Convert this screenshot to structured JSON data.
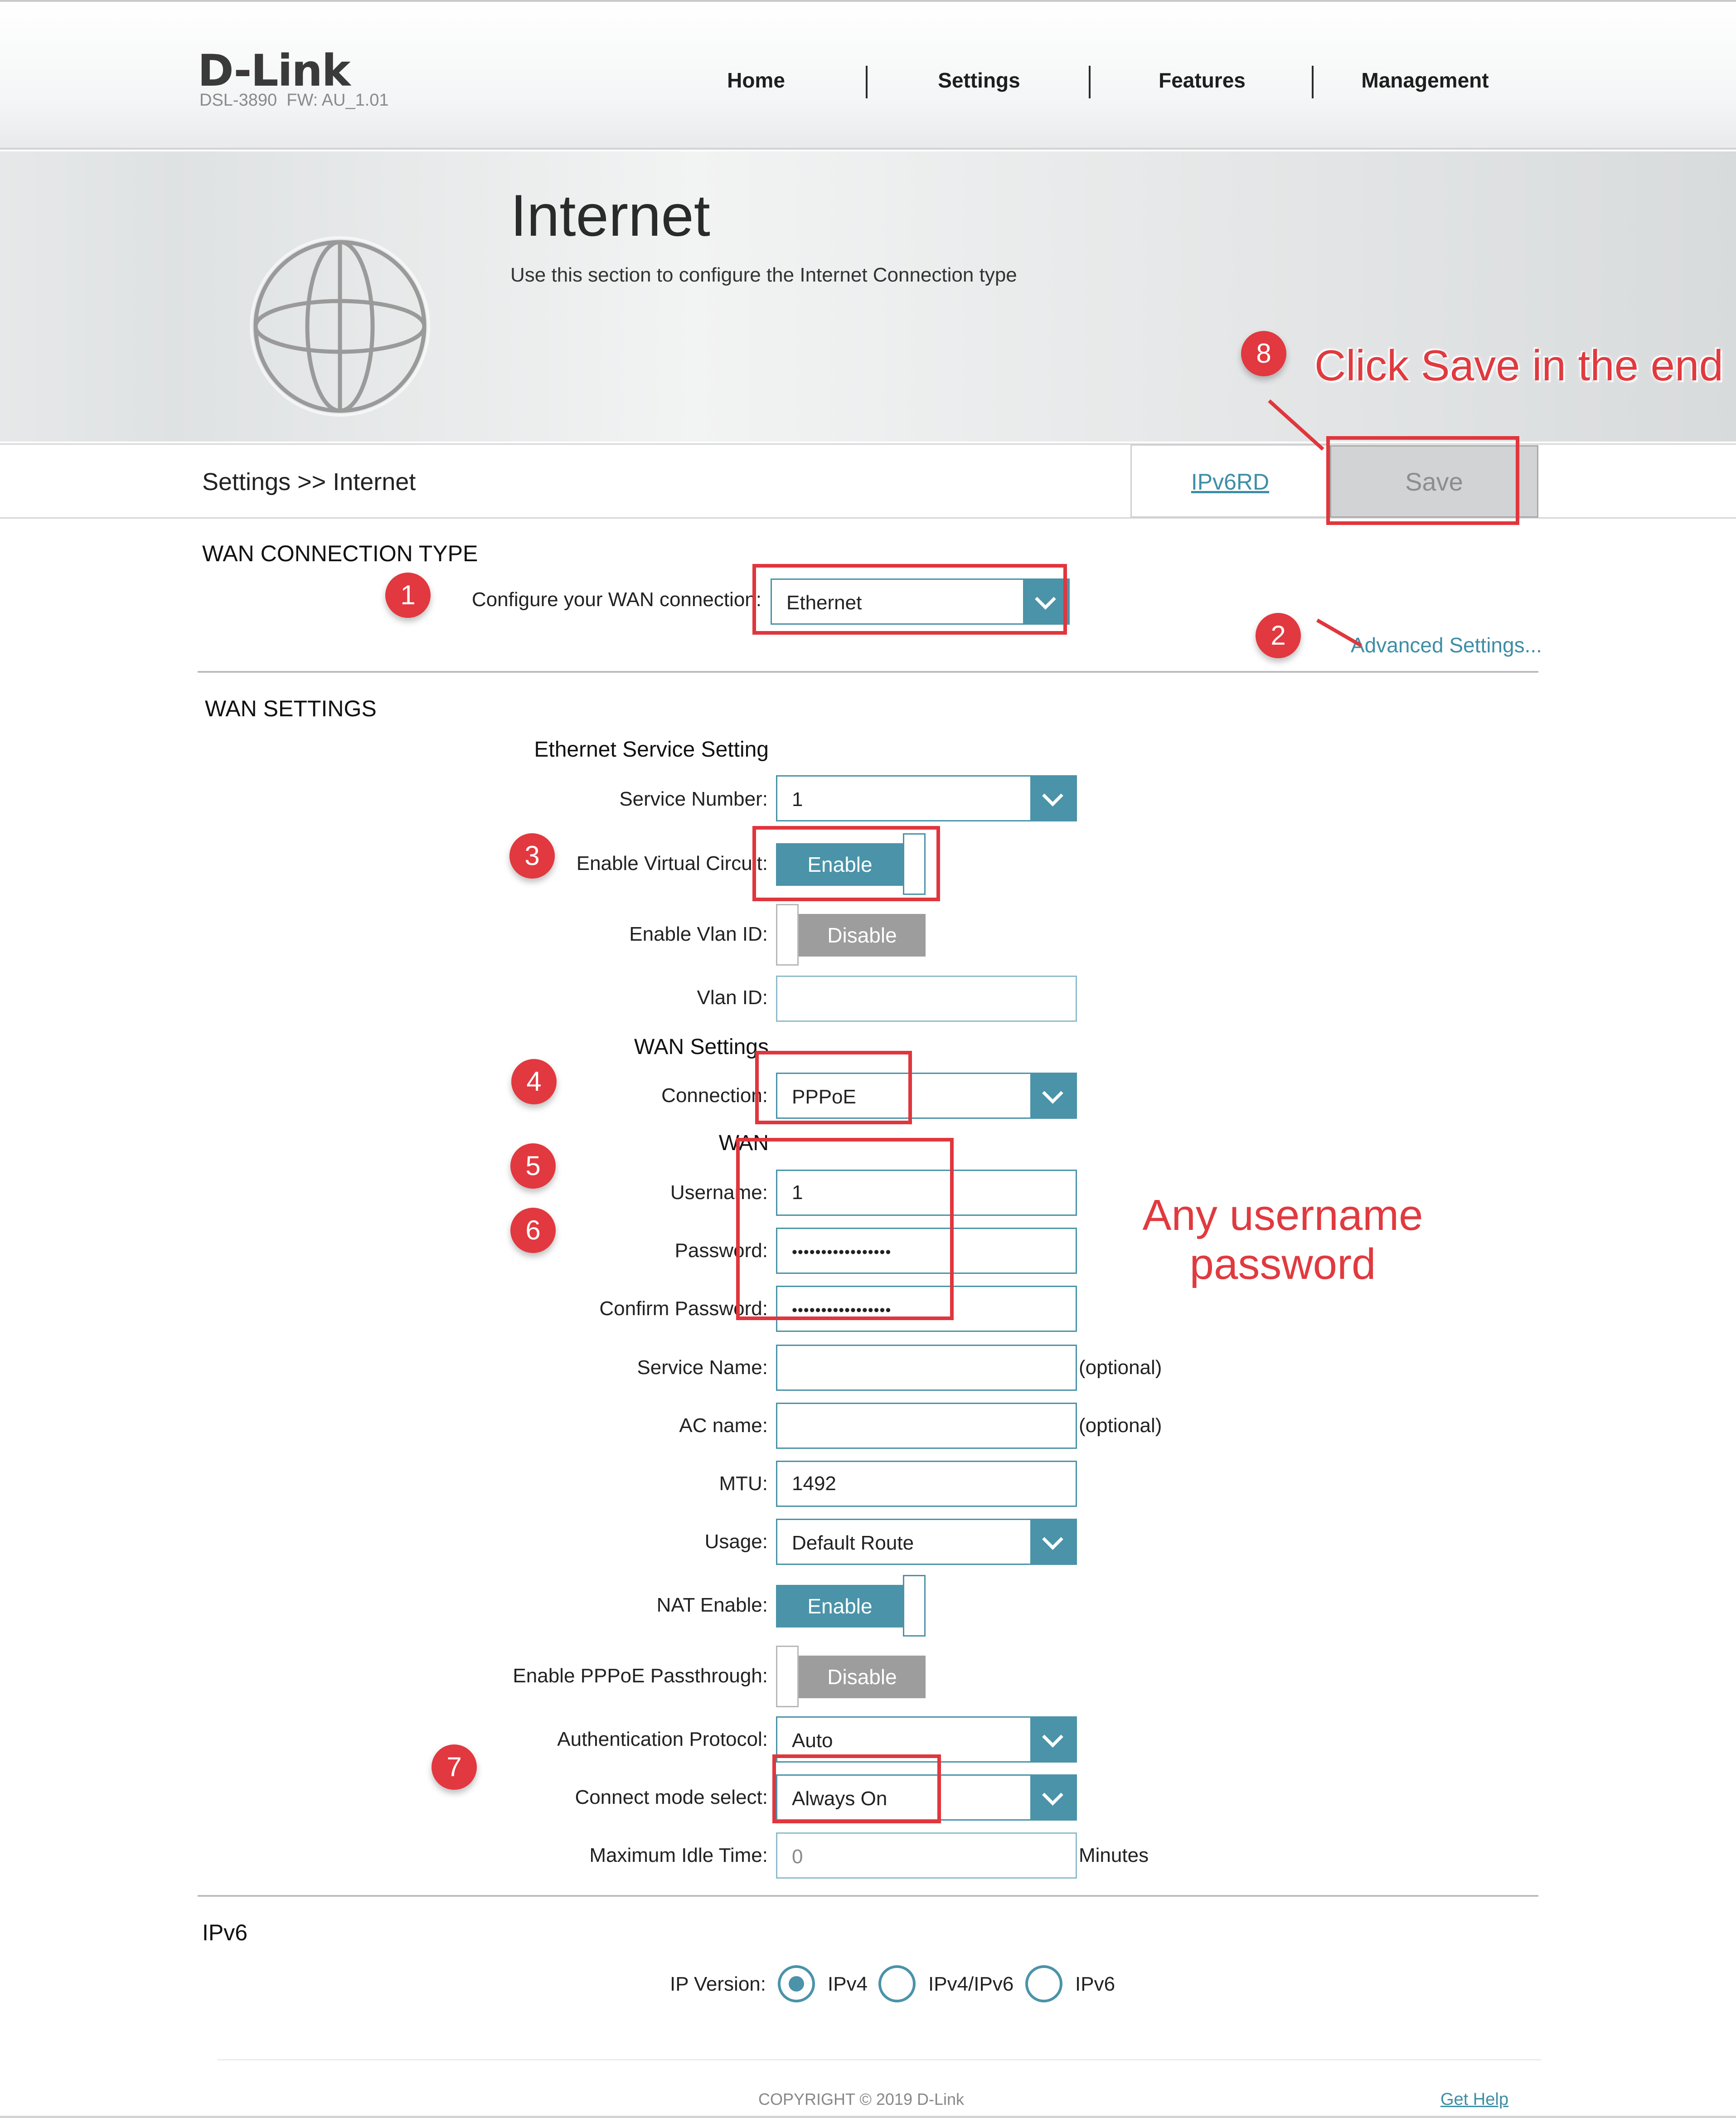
{
  "header": {
    "logo": "D-Link",
    "model": "DSL-3890",
    "firmware": "FW: AU_1.01",
    "nav": [
      "Home",
      "Settings",
      "Features",
      "Management"
    ]
  },
  "banner": {
    "title": "Internet",
    "description": "Use this section to configure the Internet Connection type"
  },
  "breadcrumb": "Settings >> Internet",
  "toolbar": {
    "ipv6rd_label": "IPv6RD",
    "save_label": "Save"
  },
  "wan_connection_type": {
    "title": "WAN CONNECTION TYPE",
    "label": "Configure your WAN connection:",
    "value": "Ethernet",
    "advanced_link": "Advanced Settings..."
  },
  "wan_settings": {
    "title": "WAN SETTINGS",
    "ethernet_service_heading": "Ethernet Service Setting",
    "service_number": {
      "label": "Service Number:",
      "value": "1"
    },
    "virtual_circuit": {
      "label": "Enable Virtual Circuit:",
      "state": "Enable"
    },
    "vlan_enable": {
      "label": "Enable Vlan ID:",
      "state": "Disable"
    },
    "vlan_id": {
      "label": "Vlan ID:",
      "value": ""
    },
    "wan_settings_heading": "WAN Settings",
    "connection": {
      "label": "Connection:",
      "value": "PPPoE"
    },
    "wan_heading": "WAN",
    "username": {
      "label": "Username:",
      "value": "1"
    },
    "password": {
      "label": "Password:",
      "value": "•••••••••••••••••"
    },
    "confirm_password": {
      "label": "Confirm Password:",
      "value": "•••••••••••••••••"
    },
    "service_name": {
      "label": "Service Name:",
      "value": "",
      "suffix": "(optional)"
    },
    "ac_name": {
      "label": "AC name:",
      "value": "",
      "suffix": "(optional)"
    },
    "mtu": {
      "label": "MTU:",
      "value": "1492"
    },
    "usage": {
      "label": "Usage:",
      "value": "Default Route"
    },
    "nat": {
      "label": "NAT Enable:",
      "state": "Enable"
    },
    "pppoe_passthrough": {
      "label": "Enable PPPoE Passthrough:",
      "state": "Disable"
    },
    "auth_protocol": {
      "label": "Authentication Protocol:",
      "value": "Auto"
    },
    "connect_mode": {
      "label": "Connect mode select:",
      "value": "Always On"
    },
    "max_idle": {
      "label": "Maximum Idle Time:",
      "value": "0",
      "suffix": "Minutes"
    }
  },
  "ipv6": {
    "title": "IPv6",
    "ip_version_label": "IP Version:",
    "options": [
      "IPv4",
      "IPv4/IPv6",
      "IPv6"
    ],
    "selected": "IPv4"
  },
  "footer": {
    "copyright": "COPYRIGHT © 2019 D-Link",
    "help": "Get Help"
  },
  "annotations": {
    "badges": [
      "1",
      "2",
      "3",
      "4",
      "5",
      "6",
      "7",
      "8"
    ],
    "save_note": "Click Save in the end",
    "credentials_note_line1": "Any username",
    "credentials_note_line2": "password"
  },
  "colors": {
    "accent": "#4a93a8",
    "annotation": "#e0363d",
    "disabled": "#9d9d9d"
  }
}
